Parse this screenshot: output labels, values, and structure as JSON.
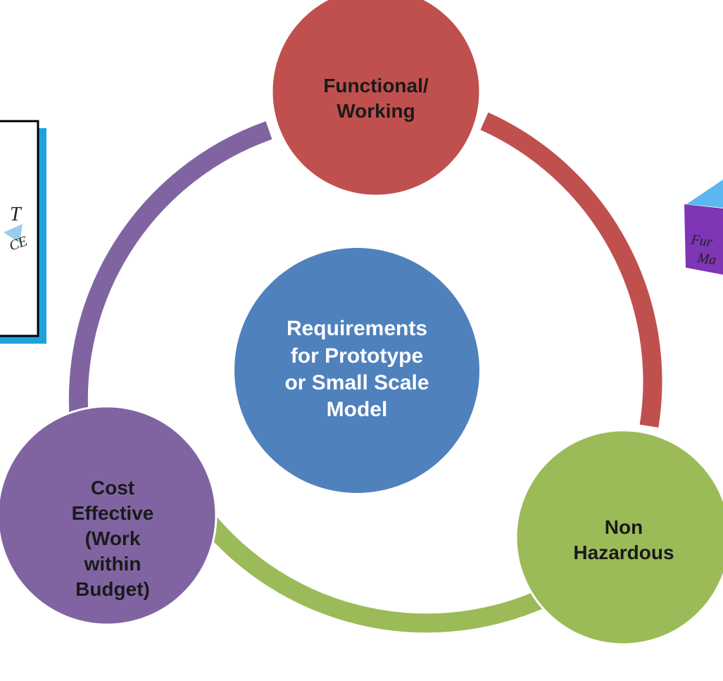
{
  "diagram": {
    "center": {
      "lines": [
        "Requirements",
        "for Prototype",
        "or Small Scale",
        "Model"
      ],
      "color": "#4f81bd"
    },
    "nodes": {
      "top": {
        "lines": [
          "Functional/",
          "Working"
        ],
        "color": "#c0504d"
      },
      "right": {
        "lines": [
          "Non",
          "Hazardous"
        ],
        "color": "#9bbb59"
      },
      "left": {
        "lines": [
          "Cost",
          "Effective",
          "(Work",
          "within",
          "Budget)"
        ],
        "color": "#8064a2"
      }
    },
    "ring_colors": {
      "top_right": "#c0504d",
      "bottom": "#9bbb59",
      "left": "#8064a2"
    }
  },
  "decorations": {
    "left_card_text": [
      "T",
      "CE"
    ],
    "right_cube_text": [
      "Fur",
      "Ma"
    ]
  }
}
